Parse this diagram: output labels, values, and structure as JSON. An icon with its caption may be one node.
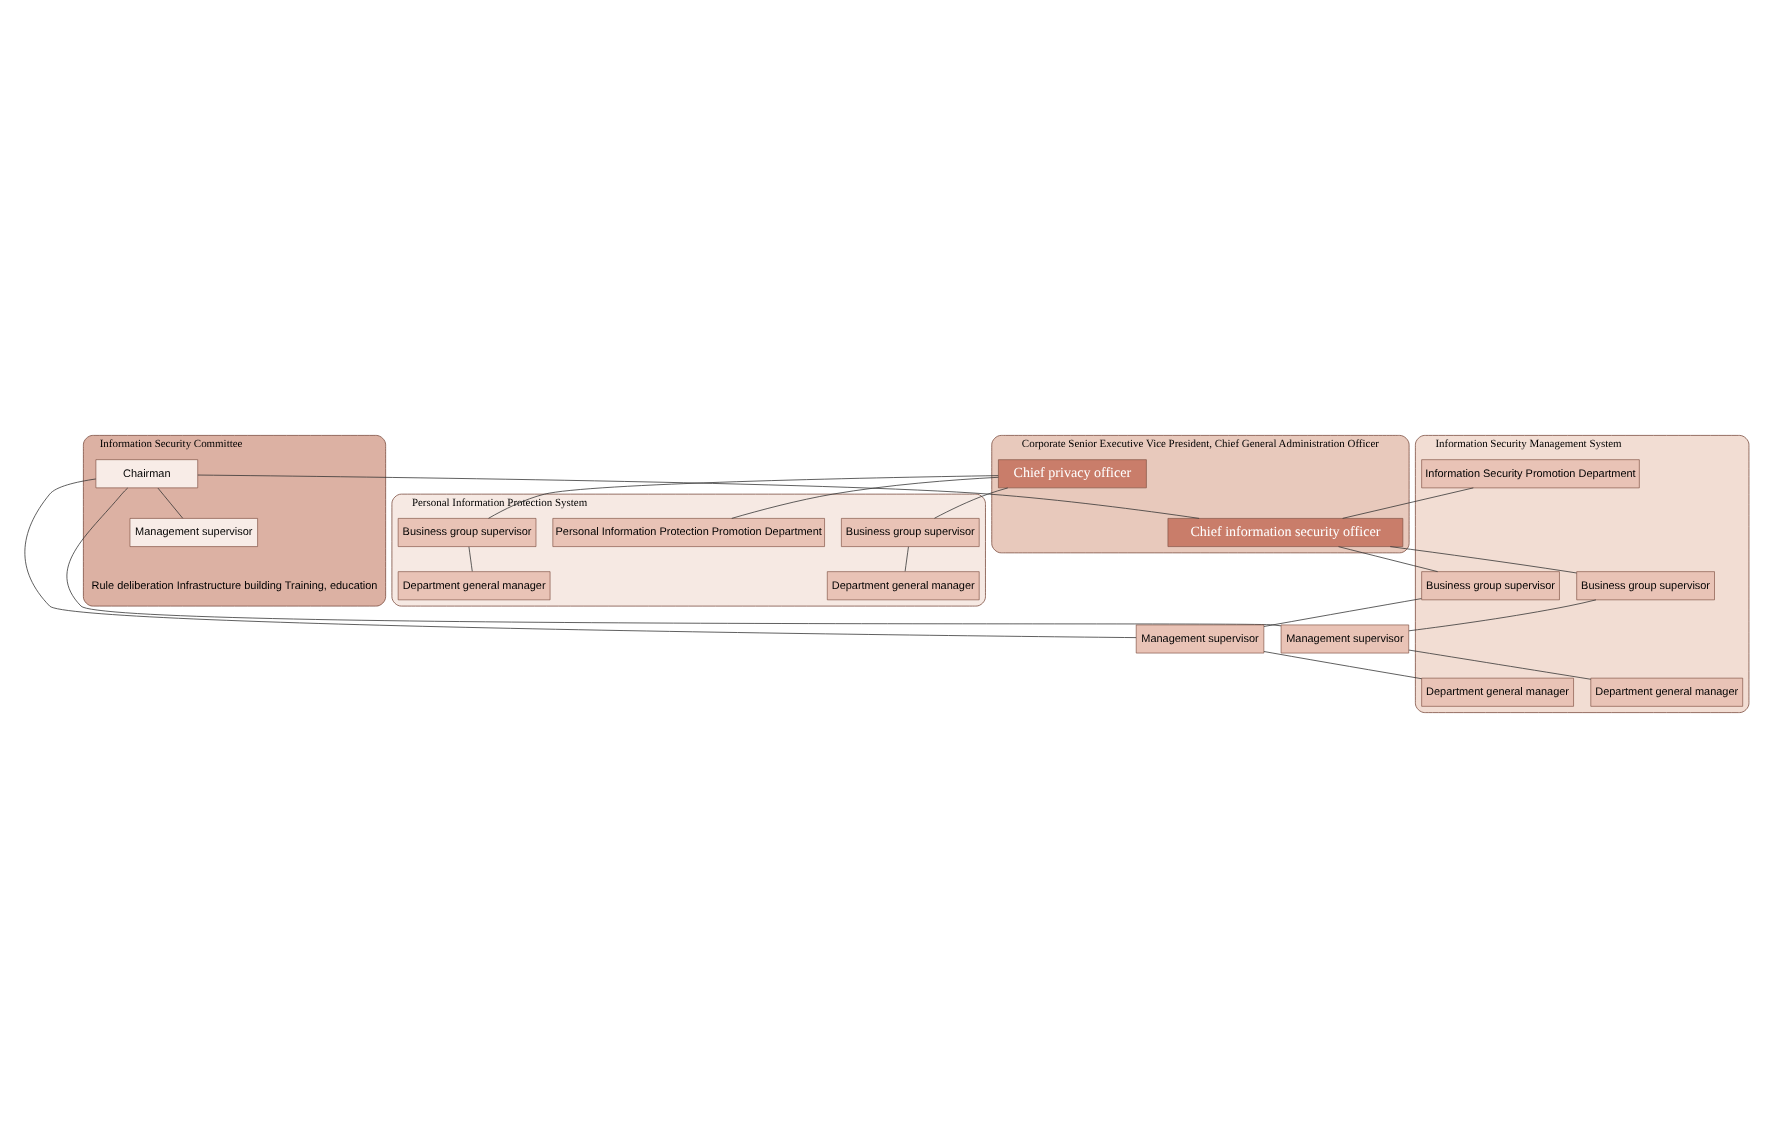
{
  "diagram": {
    "nodes": [
      {
        "text": [
          "Information Security Committee",
          "Rule deliberation Infrastructure building Training, education"
        ]
      },
      {
        "text": [
          "Chairman"
        ],
        "in": 0
      },
      {
        "text": [
          "Management supervisor"
        ],
        "in": 0
      },
      {
        "text": [
          "Information Security Management System"
        ]
      },
      {
        "text": [
          "Personal Information Protection System"
        ]
      },
      {
        "text": [
          "Corporate Senior Executive Vice President, Chief General Administration Officer"
        ]
      },
      {
        "text": [
          "Chief information security officer"
        ],
        "in": 5
      },
      {
        "text": [
          "Chief privacy officer"
        ],
        "in": 5
      },
      {
        "text": [
          "Information Security Promotion Department"
        ],
        "in": 3
      },
      {
        "text": [
          "Business group supervisor"
        ],
        "in": 3
      },
      {
        "text": [
          "Business group supervisor"
        ],
        "in": 3
      },
      {
        "text": [
          "Management supervisor"
        ]
      },
      {
        "text": [
          "Management supervisor"
        ]
      },
      {
        "text": [
          "Department general manager"
        ],
        "in": 3
      },
      {
        "text": [
          "Department general manager"
        ],
        "in": 3
      },
      {
        "text": [
          "Personal Information Protection Promotion Department"
        ],
        "in": 4
      },
      {
        "text": [
          "Business group supervisor"
        ],
        "in": 4
      },
      {
        "text": [
          "Business group supervisor"
        ],
        "in": 4
      },
      {
        "text": [
          "Department general manager"
        ],
        "in": 4
      },
      {
        "text": [
          "Department general manager"
        ],
        "in": 4
      }
    ],
    "edges": [
      {
        "from": 1,
        "to": 6,
        "arrow": "none"
      },
      {
        "from": 8,
        "to": 6,
        "arrow": "none"
      },
      {
        "from": 6,
        "to": 9,
        "arrow": "none"
      },
      {
        "from": 6,
        "to": 10,
        "arrow": "none"
      },
      {
        "from": 1,
        "to": 2,
        "arrow": "none"
      },
      {
        "from": 1,
        "to": 11,
        "arrow": "none"
      },
      {
        "from": 1,
        "to": 12,
        "arrow": "none"
      },
      {
        "from": 9,
        "to": 11,
        "arrow": "none"
      },
      {
        "from": 10,
        "to": 12,
        "arrow": "none"
      },
      {
        "from": 11,
        "to": 13,
        "arrow": "none"
      },
      {
        "from": 12,
        "to": 14,
        "arrow": "none"
      },
      {
        "from": 7,
        "to": 15,
        "arrow": "none"
      },
      {
        "from": 7,
        "to": 16,
        "arrow": "none"
      },
      {
        "from": 7,
        "to": 17,
        "arrow": "none"
      },
      {
        "from": 16,
        "to": 18,
        "arrow": "none"
      },
      {
        "from": 17,
        "to": 19,
        "arrow": "none"
      }
    ]
  }
}
